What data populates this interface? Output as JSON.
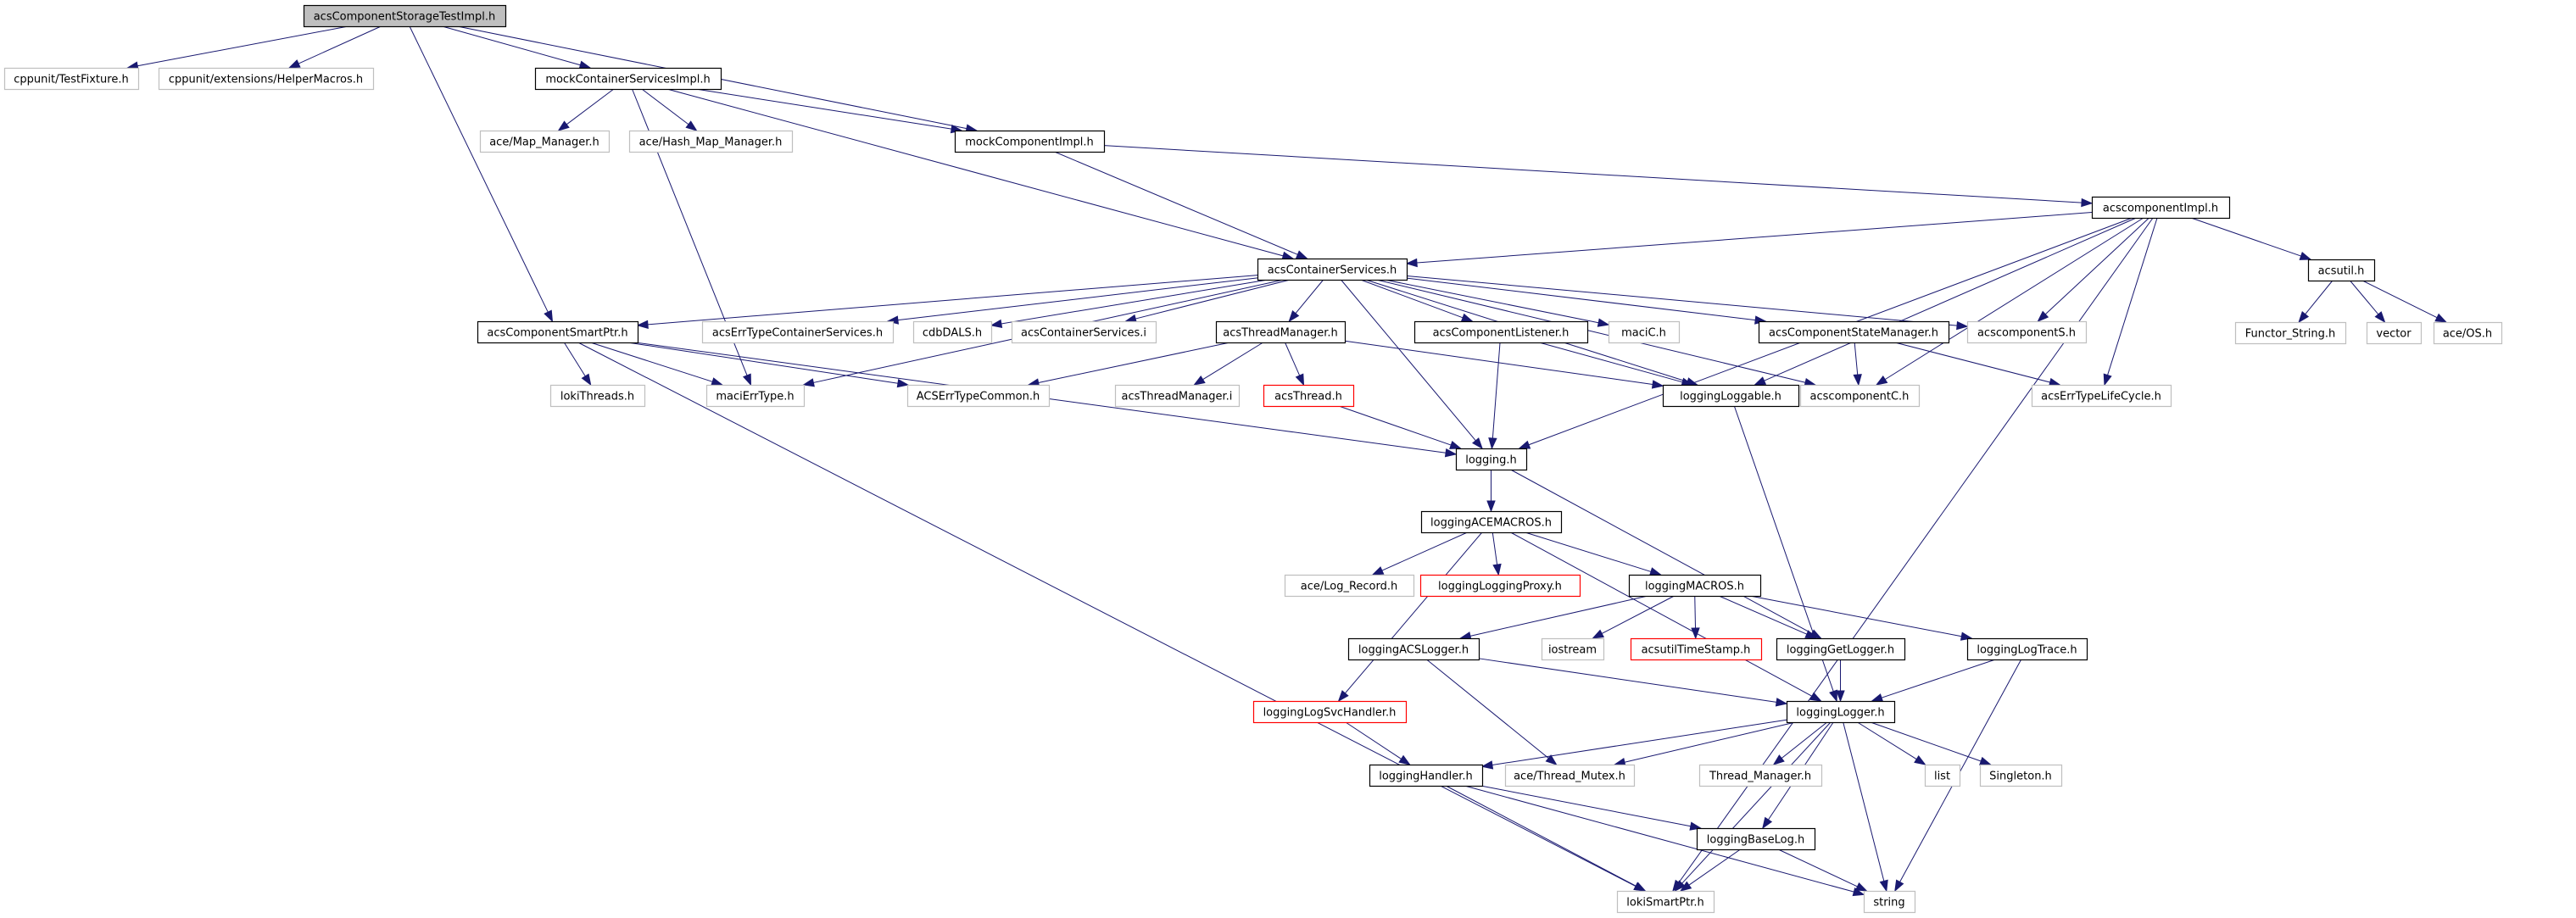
{
  "diagram": {
    "type": "include-dependency-graph",
    "colors": {
      "edge": "#191970",
      "root_fill": "#bfbfbf",
      "documented_border": "#000000",
      "external_border": "#bfbfbf",
      "undocumented_border": "#ff0000"
    },
    "nodes": [
      {
        "id": "root",
        "label": "acsComponentStorageTestImpl.h",
        "kind": "root"
      },
      {
        "id": "testfixture",
        "label": "cppunit/TestFixture.h",
        "kind": "external"
      },
      {
        "id": "helpermacros",
        "label": "cppunit/extensions/HelperMacros.h",
        "kind": "external"
      },
      {
        "id": "mockcontsvc",
        "label": "mockContainerServicesImpl.h",
        "kind": "documented"
      },
      {
        "id": "mapmgr",
        "label": "ace/Map_Manager.h",
        "kind": "external"
      },
      {
        "id": "hashmapmgr",
        "label": "ace/Hash_Map_Manager.h",
        "kind": "external"
      },
      {
        "id": "mockcomp",
        "label": "mockComponentImpl.h",
        "kind": "documented"
      },
      {
        "id": "acscompimpl",
        "label": "acscomponentImpl.h",
        "kind": "documented"
      },
      {
        "id": "acscontsvc",
        "label": "acsContainerServices.h",
        "kind": "documented"
      },
      {
        "id": "acsutil",
        "label": "acsutil.h",
        "kind": "documented"
      },
      {
        "id": "smartptr",
        "label": "acsComponentSmartPtr.h",
        "kind": "documented"
      },
      {
        "id": "errtypecont",
        "label": "acsErrTypeContainerServices.h",
        "kind": "external"
      },
      {
        "id": "cdbdals",
        "label": "cdbDALS.h",
        "kind": "external"
      },
      {
        "id": "contsvci",
        "label": "acsContainerServices.i",
        "kind": "external"
      },
      {
        "id": "threadmgr",
        "label": "acsThreadManager.h",
        "kind": "documented"
      },
      {
        "id": "complistener",
        "label": "acsComponentListener.h",
        "kind": "documented"
      },
      {
        "id": "macic",
        "label": "maciC.h",
        "kind": "external"
      },
      {
        "id": "statemgr",
        "label": "acsComponentStateManager.h",
        "kind": "documented"
      },
      {
        "id": "acscomps",
        "label": "acscomponentS.h",
        "kind": "external"
      },
      {
        "id": "functorstring",
        "label": "Functor_String.h",
        "kind": "external"
      },
      {
        "id": "vector",
        "label": "vector",
        "kind": "external"
      },
      {
        "id": "aceos",
        "label": "ace/OS.h",
        "kind": "external"
      },
      {
        "id": "lokithreads",
        "label": "lokiThreads.h",
        "kind": "external"
      },
      {
        "id": "macierrtype",
        "label": "maciErrType.h",
        "kind": "external"
      },
      {
        "id": "errtypecommon",
        "label": "ACSErrTypeCommon.h",
        "kind": "external"
      },
      {
        "id": "threadmgri",
        "label": "acsThreadManager.i",
        "kind": "external"
      },
      {
        "id": "acsthread",
        "label": "acsThread.h",
        "kind": "undocumented"
      },
      {
        "id": "loggable",
        "label": "loggingLoggable.h",
        "kind": "documented"
      },
      {
        "id": "acscompc",
        "label": "acscomponentC.h",
        "kind": "external"
      },
      {
        "id": "lifecycle",
        "label": "acsErrTypeLifeCycle.h",
        "kind": "external"
      },
      {
        "id": "logging",
        "label": "logging.h",
        "kind": "documented"
      },
      {
        "id": "acemacros",
        "label": "loggingACEMACROS.h",
        "kind": "documented"
      },
      {
        "id": "logrecord",
        "label": "ace/Log_Record.h",
        "kind": "external"
      },
      {
        "id": "loggingproxy",
        "label": "loggingLoggingProxy.h",
        "kind": "undocumented"
      },
      {
        "id": "loggingmacros",
        "label": "loggingMACROS.h",
        "kind": "documented"
      },
      {
        "id": "acslogger",
        "label": "loggingACSLogger.h",
        "kind": "documented"
      },
      {
        "id": "iostream",
        "label": "iostream",
        "kind": "external"
      },
      {
        "id": "timestamp",
        "label": "acsutilTimeStamp.h",
        "kind": "undocumented"
      },
      {
        "id": "getlogger",
        "label": "loggingGetLogger.h",
        "kind": "documented"
      },
      {
        "id": "logtrace",
        "label": "loggingLogTrace.h",
        "kind": "documented"
      },
      {
        "id": "logsvchandler",
        "label": "loggingLogSvcHandler.h",
        "kind": "undocumented"
      },
      {
        "id": "logger",
        "label": "loggingLogger.h",
        "kind": "documented"
      },
      {
        "id": "handler",
        "label": "loggingHandler.h",
        "kind": "documented"
      },
      {
        "id": "threadmutex",
        "label": "ace/Thread_Mutex.h",
        "kind": "external"
      },
      {
        "id": "threadmanager",
        "label": "Thread_Manager.h",
        "kind": "external"
      },
      {
        "id": "list",
        "label": "list",
        "kind": "external"
      },
      {
        "id": "singleton",
        "label": "Singleton.h",
        "kind": "external"
      },
      {
        "id": "baselog",
        "label": "loggingBaseLog.h",
        "kind": "documented"
      },
      {
        "id": "lokismartptr",
        "label": "lokiSmartPtr.h",
        "kind": "external"
      },
      {
        "id": "string",
        "label": "string",
        "kind": "external"
      }
    ],
    "edges": [
      [
        "root",
        "testfixture"
      ],
      [
        "root",
        "helpermacros"
      ],
      [
        "root",
        "mockcontsvc"
      ],
      [
        "root",
        "mockcomp"
      ],
      [
        "root",
        "smartptr"
      ],
      [
        "mockcontsvc",
        "mapmgr"
      ],
      [
        "mockcontsvc",
        "hashmapmgr"
      ],
      [
        "mockcontsvc",
        "mockcomp"
      ],
      [
        "mockcontsvc",
        "acscontsvc"
      ],
      [
        "mockcontsvc",
        "macierrtype"
      ],
      [
        "mockcomp",
        "acscompimpl"
      ],
      [
        "mockcomp",
        "acscontsvc"
      ],
      [
        "acscompimpl",
        "acscontsvc"
      ],
      [
        "acscompimpl",
        "acsutil"
      ],
      [
        "acscompimpl",
        "acscomps"
      ],
      [
        "acscompimpl",
        "acscompc"
      ],
      [
        "acscompimpl",
        "lifecycle"
      ],
      [
        "acscompimpl",
        "loggable"
      ],
      [
        "acscompimpl",
        "logging"
      ],
      [
        "acscompimpl",
        "lokismartptr"
      ],
      [
        "acsutil",
        "functorstring"
      ],
      [
        "acsutil",
        "vector"
      ],
      [
        "acsutil",
        "aceos"
      ],
      [
        "acscontsvc",
        "smartptr"
      ],
      [
        "acscontsvc",
        "errtypecont"
      ],
      [
        "acscontsvc",
        "cdbdals"
      ],
      [
        "acscontsvc",
        "contsvci"
      ],
      [
        "acscontsvc",
        "threadmgr"
      ],
      [
        "acscontsvc",
        "complistener"
      ],
      [
        "acscontsvc",
        "macic"
      ],
      [
        "acscontsvc",
        "statemgr"
      ],
      [
        "acscontsvc",
        "acscomps"
      ],
      [
        "acscontsvc",
        "macierrtype"
      ],
      [
        "acscontsvc",
        "loggable"
      ],
      [
        "acscontsvc",
        "acscompc"
      ],
      [
        "acscontsvc",
        "logging"
      ],
      [
        "smartptr",
        "lokithreads"
      ],
      [
        "smartptr",
        "macierrtype"
      ],
      [
        "smartptr",
        "errtypecommon"
      ],
      [
        "smartptr",
        "logging"
      ],
      [
        "smartptr",
        "lokismartptr"
      ],
      [
        "threadmgr",
        "errtypecommon"
      ],
      [
        "threadmgr",
        "threadmgri"
      ],
      [
        "threadmgr",
        "acsthread"
      ],
      [
        "threadmgr",
        "loggable"
      ],
      [
        "complistener",
        "logging"
      ],
      [
        "complistener",
        "loggable"
      ],
      [
        "statemgr",
        "acscompc"
      ],
      [
        "statemgr",
        "lifecycle"
      ],
      [
        "acsthread",
        "logging"
      ],
      [
        "loggable",
        "logger"
      ],
      [
        "logging",
        "acemacros"
      ],
      [
        "logging",
        "getlogger"
      ],
      [
        "acemacros",
        "logrecord"
      ],
      [
        "acemacros",
        "loggingproxy"
      ],
      [
        "acemacros",
        "loggingmacros"
      ],
      [
        "acemacros",
        "logsvchandler"
      ],
      [
        "acemacros",
        "logger"
      ],
      [
        "loggingmacros",
        "acslogger"
      ],
      [
        "loggingmacros",
        "iostream"
      ],
      [
        "loggingmacros",
        "timestamp"
      ],
      [
        "loggingmacros",
        "getlogger"
      ],
      [
        "loggingmacros",
        "logtrace"
      ],
      [
        "acslogger",
        "logger"
      ],
      [
        "acslogger",
        "threadmutex"
      ],
      [
        "getlogger",
        "logger"
      ],
      [
        "logtrace",
        "logger"
      ],
      [
        "logtrace",
        "string"
      ],
      [
        "logsvchandler",
        "handler"
      ],
      [
        "logger",
        "handler"
      ],
      [
        "logger",
        "threadmutex"
      ],
      [
        "logger",
        "threadmanager"
      ],
      [
        "logger",
        "list"
      ],
      [
        "logger",
        "singleton"
      ],
      [
        "logger",
        "baselog"
      ],
      [
        "logger",
        "lokismartptr"
      ],
      [
        "logger",
        "string"
      ],
      [
        "handler",
        "baselog"
      ],
      [
        "handler",
        "lokismartptr"
      ],
      [
        "handler",
        "string"
      ],
      [
        "baselog",
        "lokismartptr"
      ],
      [
        "baselog",
        "string"
      ]
    ]
  }
}
